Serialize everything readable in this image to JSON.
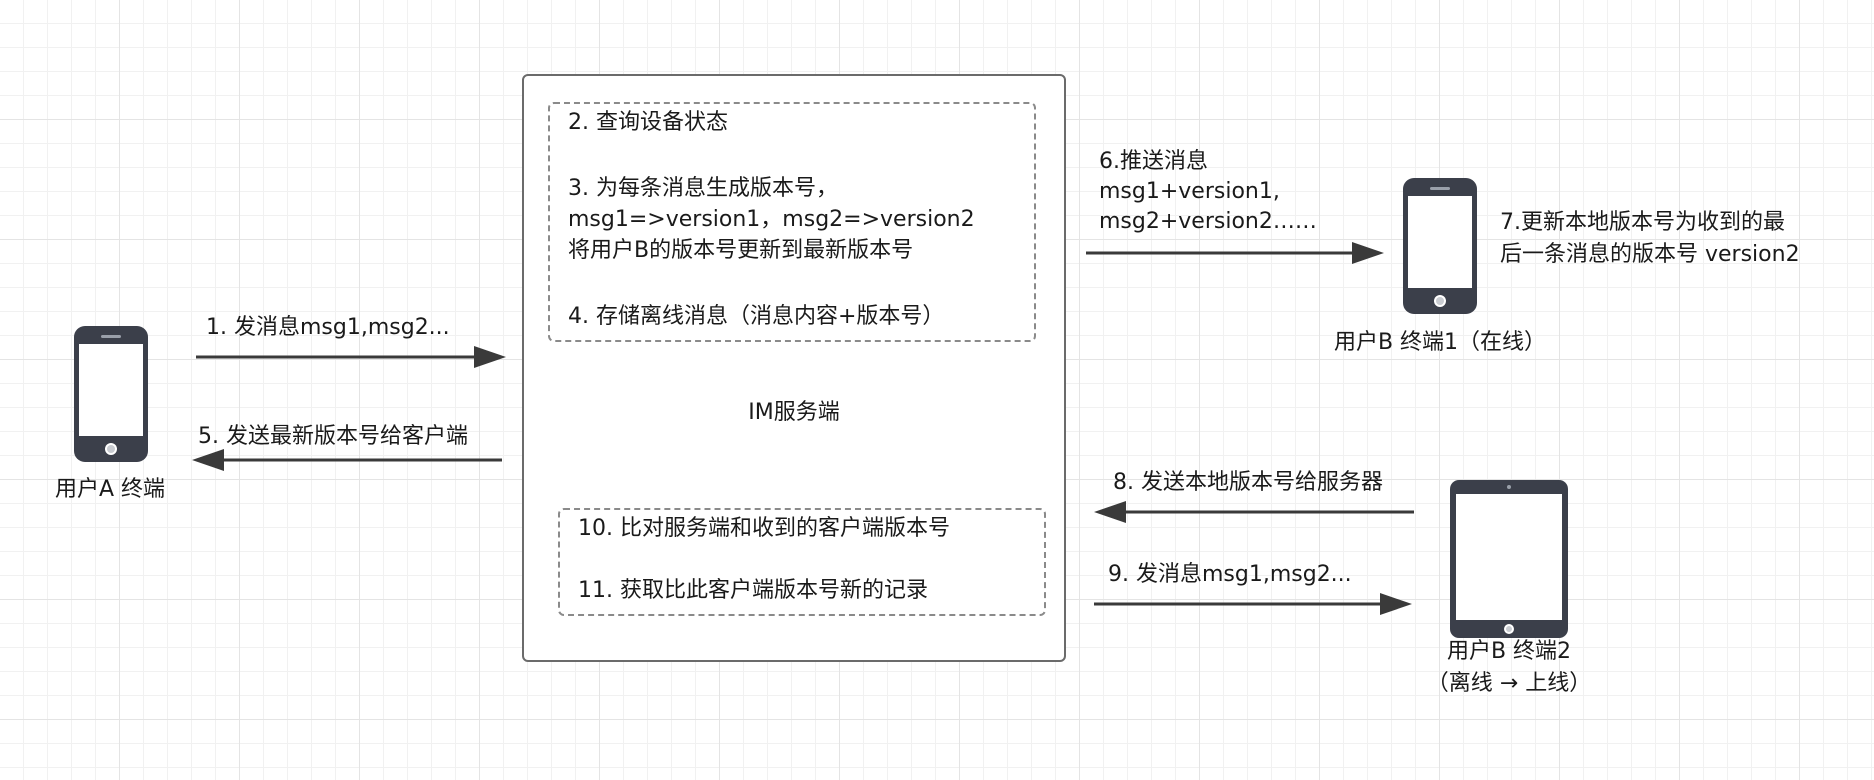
{
  "colors": {
    "arrow": "#3a3a3a",
    "device": "#3b3f4a",
    "screen": "#ffffff",
    "server_border": "#6b6b6b",
    "dash_border": "#8a8a8a"
  },
  "devices": {
    "user_a": {
      "icon": "smartphone-icon",
      "label": "用户A 终端"
    },
    "user_b1": {
      "icon": "smartphone-icon",
      "label": "用户B 终端1（在线）"
    },
    "user_b2": {
      "icon": "tablet-icon",
      "label_line1": "用户B 终端2",
      "label_line2": "（离线 → 上线）"
    }
  },
  "server": {
    "label": "IM服务端",
    "group_top": {
      "step2": "2. 查询设备状态",
      "step3_line1": "3. 为每条消息生成版本号，",
      "step3_line2": "msg1=>version1，msg2=>version2",
      "step3_line3": "将用户B的版本号更新到最新版本号",
      "step4": "4. 存储离线消息（消息内容+版本号）"
    },
    "group_bottom": {
      "step10": "10. 比对服务端和收到的客户端版本号",
      "step11": "11. 获取比此客户端版本号新的记录"
    }
  },
  "arrows": {
    "step1": "1. 发消息msg1,msg2...",
    "step5": "5. 发送最新版本号给客户端",
    "step6_line1": "6.推送消息",
    "step6_line2": "msg1+version1,",
    "step6_line3": "msg2+version2……",
    "step8": "8. 发送本地版本号给服务器",
    "step9": "9. 发消息msg1,msg2..."
  },
  "notes": {
    "step7_line1": "7.更新本地版本号为收到的最",
    "step7_line2": "后一条消息的版本号 version2"
  }
}
